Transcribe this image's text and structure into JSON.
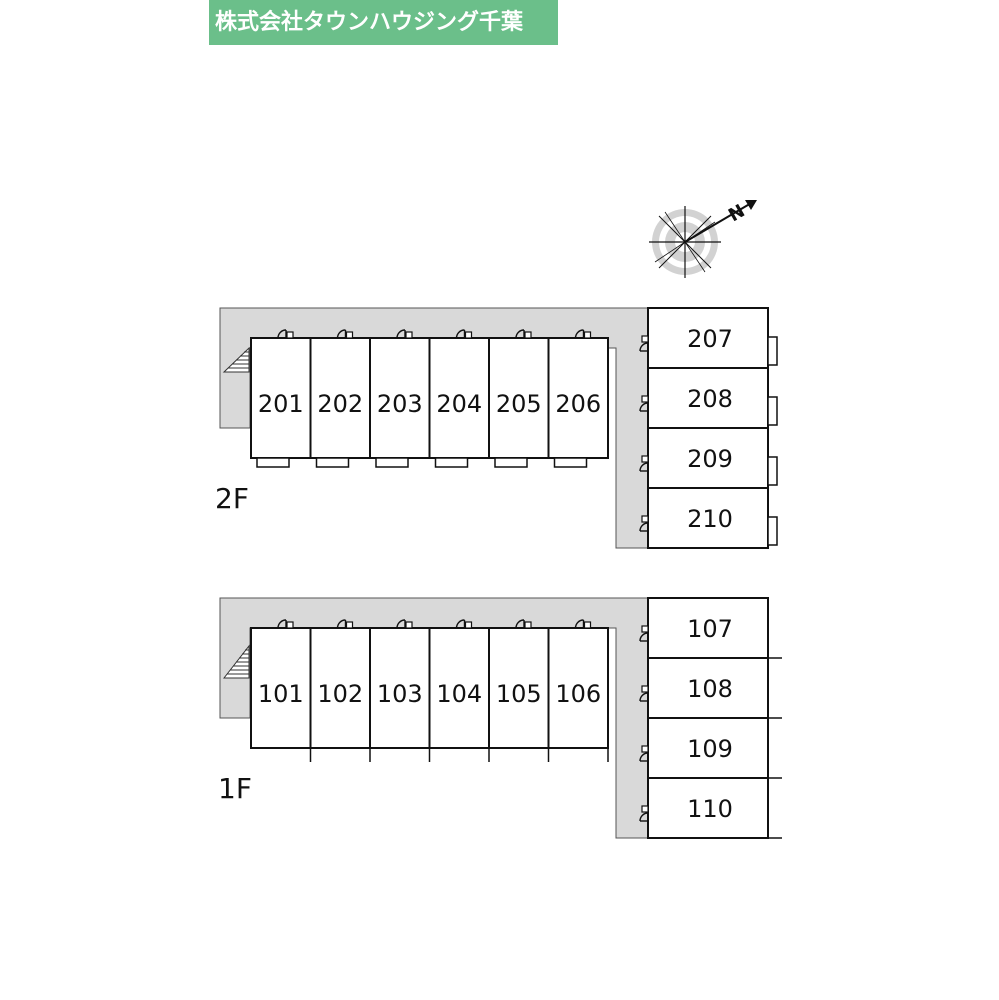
{
  "company": "株式会社タウンハウジング千葉",
  "compass": {
    "north_label": "N"
  },
  "floors": [
    {
      "label": "2F",
      "rooms_row": [
        "201",
        "202",
        "203",
        "204",
        "205",
        "206"
      ],
      "rooms_column": [
        "207",
        "208",
        "209",
        "210"
      ]
    },
    {
      "label": "1F",
      "rooms_row": [
        "101",
        "102",
        "103",
        "104",
        "105",
        "106"
      ],
      "rooms_column": [
        "107",
        "108",
        "109",
        "110"
      ]
    }
  ]
}
